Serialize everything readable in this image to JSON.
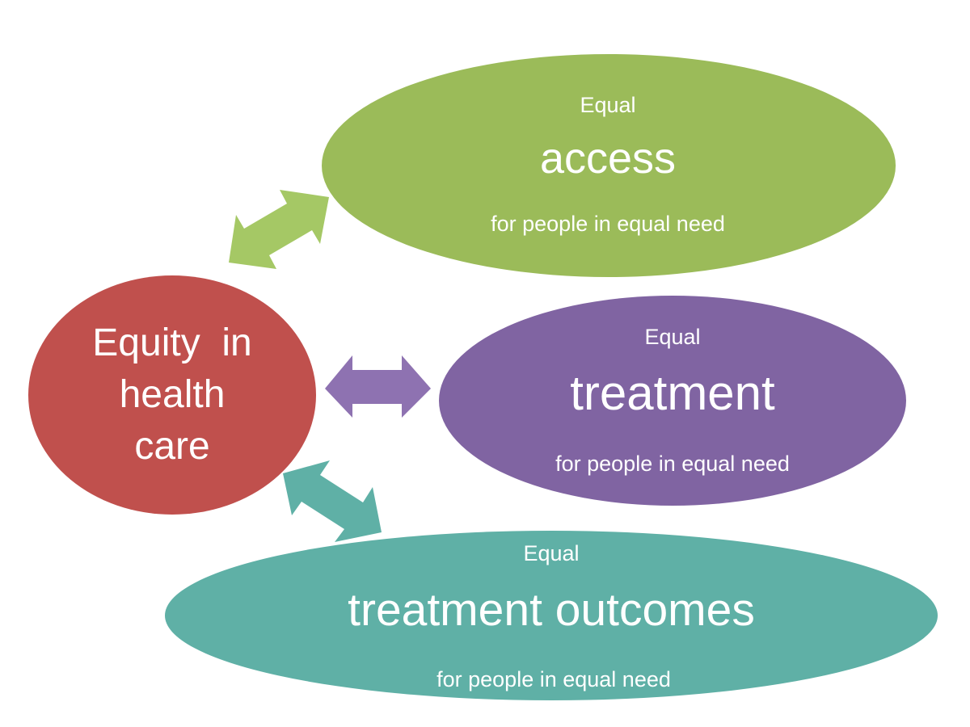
{
  "center": {
    "lines": [
      "Equity  in",
      "health",
      "care"
    ],
    "color": "#c0504d"
  },
  "nodes": [
    {
      "id": "access",
      "top": "Equal",
      "main": "access",
      "bottom": "for people in equal need",
      "color": "#9bbb59",
      "arrow_color": "#a5c865"
    },
    {
      "id": "treatment",
      "top": "Equal",
      "main": "treatment",
      "bottom": "for people in equal need",
      "color": "#8064a2",
      "arrow_color": "#8e72b1"
    },
    {
      "id": "outcomes",
      "top": "Equal",
      "main": "treatment outcomes",
      "bottom": "for people in equal need",
      "color": "#5fb0a6",
      "arrow_color": "#5fb0a6"
    }
  ]
}
